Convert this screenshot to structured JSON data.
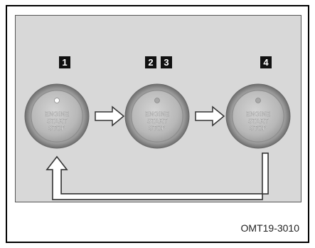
{
  "steps": [
    {
      "badges": [
        "1"
      ],
      "lines": [
        "ENGINE",
        "START",
        "STOP"
      ],
      "indicator_lit": true
    },
    {
      "badges": [
        "2",
        "3"
      ],
      "lines": [
        "ENGINE",
        "START",
        "STOP"
      ],
      "indicator_lit": false
    },
    {
      "badges": [
        "4"
      ],
      "lines": [
        "ENGINE",
        "START",
        "STOP"
      ],
      "indicator_lit": false
    }
  ],
  "figure_code": "OMT19-3010",
  "colors": {
    "panel": "#d8d8d8",
    "button_ring": "#8a8a8a",
    "button_face": "#bdbdbd",
    "arrow_fill": "#ffffff",
    "arrow_stroke": "#333333",
    "badge": "#111111"
  },
  "icons": [
    "right-arrow-icon",
    "return-arrow-icon"
  ]
}
